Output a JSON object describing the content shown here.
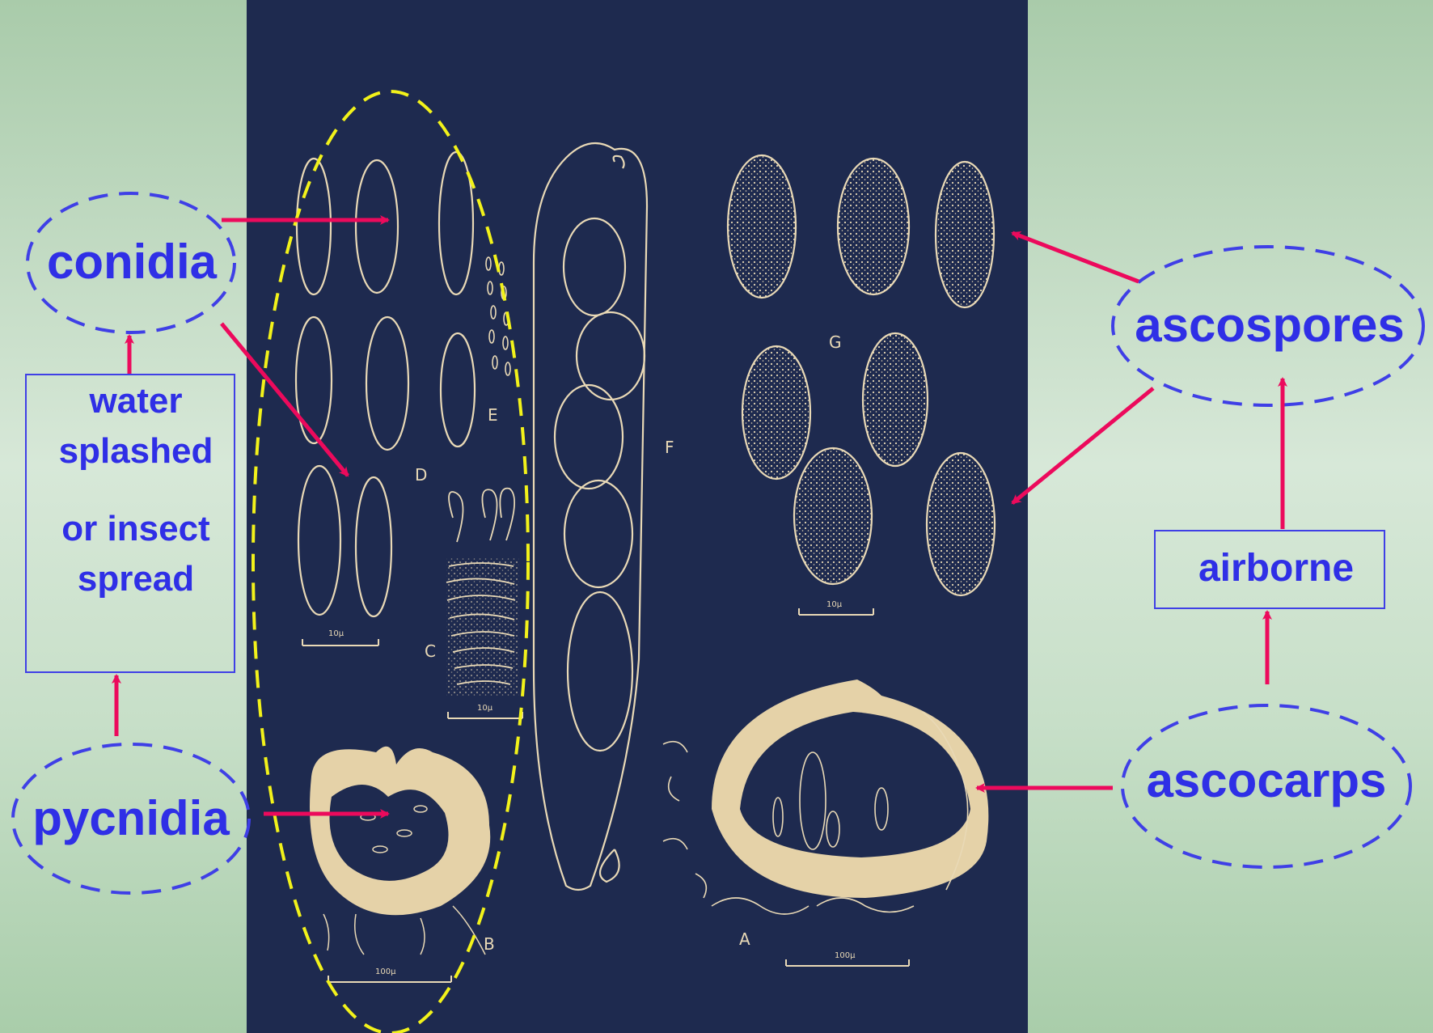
{
  "plate": {
    "letters": {
      "A": "A",
      "B": "B",
      "C": "C",
      "D": "D",
      "E": "E",
      "F": "F",
      "G": "G"
    },
    "scales": {
      "d": "10μ",
      "c": "10μ",
      "b": "100μ",
      "g": "10μ",
      "a": "100μ"
    }
  },
  "labels": {
    "conidia": "conidia",
    "pycnidia": "pycnidia",
    "ascospores": "ascospores",
    "ascocarps": "ascocarps",
    "airborne": "airborne",
    "water_splashed_line1": "water",
    "water_splashed_line2": "splashed",
    "water_splashed_line3": "or insect",
    "water_splashed_line4": "spread"
  },
  "colors": {
    "label_text": "#2f2fe6",
    "dashed_outline": "#3f3fe6",
    "arrow": "#ec0a5c",
    "highlight_ellipse": "#f2f21a",
    "plate_background": "#1e2a4f",
    "drawing_lines": "#e9d9b6"
  }
}
